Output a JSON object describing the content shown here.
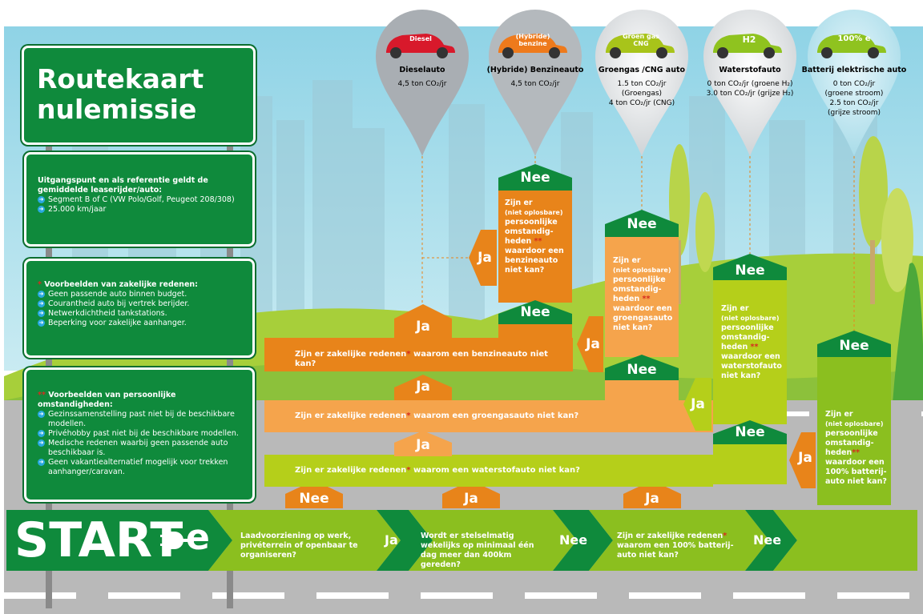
{
  "title": "Routekaart nulemissie",
  "colors": {
    "green_dark": "#0f8a3c",
    "green_mid": "#2a9f3c",
    "lime": "#b5cf1a",
    "orange": "#e8841a",
    "orange_light": "#f5a44c",
    "sky": "#a6dce9",
    "road": "#b8b8b8"
  },
  "intro": {
    "heading": "Uitgangspunt en als referentie geldt de gemiddelde leaserijder/auto:",
    "items": [
      "Segment B of C (VW Polo/Golf, Peugeot 208/308)",
      "25.000 km/jaar"
    ]
  },
  "business": {
    "star": "*",
    "heading": "Voorbeelden van zakelijke redenen:",
    "items": [
      "Geen passende auto binnen budget.",
      "Courantheid auto bij vertrek berijder.",
      "Netwerkdichtheid tankstations.",
      "Beperking voor zakelijke aanhanger."
    ]
  },
  "personal": {
    "star": "**",
    "heading": "Voorbeelden van persoonlijke omstandigheden:",
    "items": [
      "Gezinssamenstelling past niet bij de beschikbare modellen.",
      "Privéhobby past niet bij de beschikbare modellen.",
      "Medische redenen waarbij geen passende auto beschikbaar is.",
      "Geen vakantiealternatief mogelijk voor trekken aanhanger/caravan."
    ]
  },
  "start": {
    "label": "START",
    "plug_letter": "e"
  },
  "flow_questions": [
    "Laadvoorziening op werk, privéterrein of openbaar te organiseren?",
    "Wordt er stelselmatig wekelijks op minimaal één dag meer dan 400km gereden?",
    "Zijn er zakelijke redenen",
    "waarom een 100% batterij-auto niet kan?"
  ],
  "bars": {
    "benzine": [
      "Zijn er zakelijke redenen",
      "waarom een benzineauto niet kan?"
    ],
    "groengas": [
      "Zijn er zakelijke redenen",
      "waarom een groengasauto niet kan?"
    ],
    "waterstof": [
      "Zijn er zakelijke redenen",
      "waarom een waterstofauto niet kan?"
    ]
  },
  "columns": {
    "benzine": {
      "q1": "Zijn er",
      "q2": "(niet oplosbare)",
      "q3": "persoonlijke omstandig-heden",
      "q4": "waardoor een benzineauto niet kan?"
    },
    "groengas": {
      "q1": "Zijn er",
      "q2": "(niet oplosbare)",
      "q3": "persoonlijke omstandig-heden",
      "q4": "waardoor een groengasauto niet kan?"
    },
    "waterstof": {
      "q1": "Zijn er",
      "q2": "(niet oplosbare)",
      "q3": "persoonlijke omstandig-heden",
      "q4": "waardoor een waterstofauto niet kan?"
    },
    "batterij": {
      "q1": "Zijn er",
      "q2": "(niet oplosbare)",
      "q3": "persoonlijke omstandig-heden",
      "q4": "waardoor een 100% batterij-auto niet kan?"
    }
  },
  "answers": {
    "yes": "Ja",
    "no": "Nee"
  },
  "cars": [
    {
      "badge": "Diesel",
      "name": "Dieselauto",
      "co2": [
        "4,5 ton CO₂/jr"
      ],
      "color": "#d8192b"
    },
    {
      "badge": "(Hybride) benzine",
      "name": "(Hybride) Benzineauto",
      "co2": [
        "4,5 ton CO₂/jr"
      ],
      "color": "#ee7a1c"
    },
    {
      "badge": "Groen gas CNG",
      "name": "Groengas /CNG auto",
      "co2": [
        "1.5 ton CO₂/jr",
        "(Groengas)",
        "4 ton CO₂/jr  (CNG)"
      ],
      "color": "#a8c41a"
    },
    {
      "badge": "H2",
      "name": "Waterstofauto",
      "co2": [
        "0 ton CO₂/jr (groene H₂)",
        "3.0 ton CO₂/jr (grijze H₂)"
      ],
      "color": "#8fc31f"
    },
    {
      "badge": "100% e",
      "name": "Batterij elektrische auto",
      "co2": [
        "0 ton CO₂/jr",
        "(groene stroom)",
        "2.5 ton CO₂/jr",
        "(grijze stroom)"
      ],
      "color": "#8fc31f"
    }
  ]
}
